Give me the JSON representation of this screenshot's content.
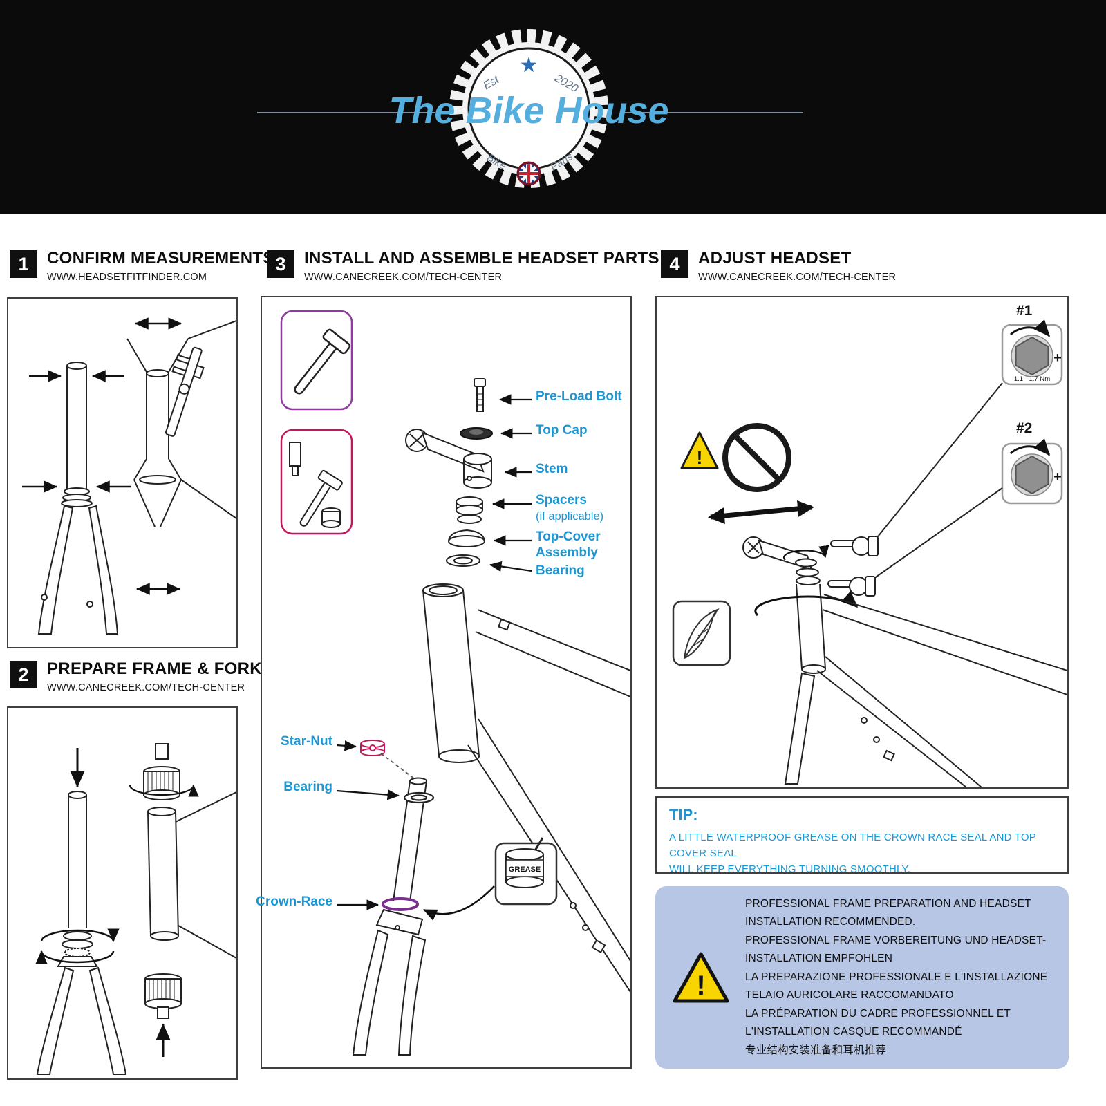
{
  "header": {
    "brand": "The Bike House",
    "est": "Est",
    "year": "2020",
    "bike": "Bike",
    "parts": "Parts",
    "icons": {
      "star": "★"
    }
  },
  "steps": {
    "step1": {
      "number": "1",
      "title": "CONFIRM MEASUREMENTS",
      "url": "WWW.HEADSETFITFINDER.COM"
    },
    "step2": {
      "number": "2",
      "title": "PREPARE FRAME & FORK",
      "url": "WWW.CANECREEK.COM/TECH-CENTER"
    },
    "step3": {
      "number": "3",
      "title": "INSTALL AND ASSEMBLE HEADSET PARTS",
      "url": "WWW.CANECREEK.COM/TECH-CENTER",
      "labels": {
        "preload_bolt": "Pre-Load Bolt",
        "top_cap": "Top Cap",
        "stem": "Stem",
        "spacers": "Spacers",
        "spacers_note": "(if applicable)",
        "top_cover": "Top-Cover",
        "assembly": "Assembly",
        "bearing_top": "Bearing",
        "star_nut": "Star-Nut",
        "bearing_bottom": "Bearing",
        "crown_race": "Crown-Race",
        "grease": "GREASE"
      }
    },
    "step4": {
      "number": "4",
      "title": "ADJUST HEADSET",
      "url": "WWW.CANECREEK.COM/TECH-CENTER",
      "tool1": "#1",
      "tool2": "#2",
      "torque": "1.1 - 1.7 Nm",
      "plus": "+",
      "warning": "!"
    }
  },
  "tip": {
    "label": "TIP:",
    "line1": "A LITTLE WATERPROOF GREASE ON THE CROWN RACE SEAL AND TOP COVER SEAL",
    "line2": "WILL KEEP EVERYTHING TURNING SMOOTHLY."
  },
  "notice": {
    "warning": "!",
    "lines": [
      "PROFESSIONAL FRAME PREPARATION AND HEADSET",
      "INSTALLATION RECOMMENDED.",
      "PROFESSIONAL FRAME VORBEREITUNG UND HEADSET-",
      "INSTALLATION EMPFOHLEN",
      "LA PREPARAZIONE PROFESSIONALE E L'INSTALLAZIONE",
      "TELAIO AURICOLARE RACCOMANDATO",
      "LA PRÉPARATION DU CADRE PROFESSIONNEL ET",
      "L'INSTALLATION CASQUE RECOMMANDÉ",
      "专业结构安装准备和耳机推荐"
    ]
  },
  "colors": {
    "label_blue": "#1d96d2",
    "notice_bg": "#b7c6e4",
    "warning_yellow": "#f8d400",
    "star_nut_pink": "#c2185b",
    "crown_race_purple": "#7a2f8f",
    "brand_blue": "#54aede"
  }
}
